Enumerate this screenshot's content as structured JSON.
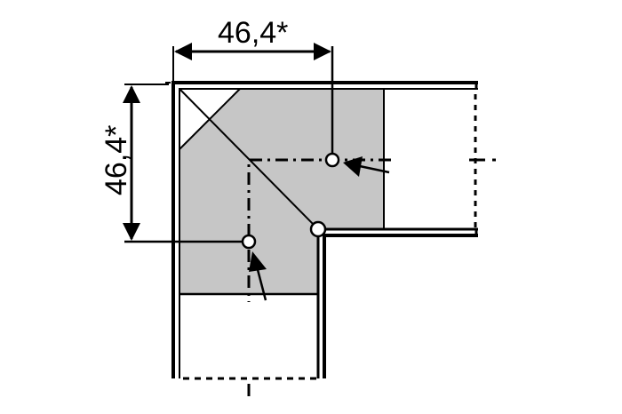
{
  "diagram": {
    "type": "corner-cabinet-hinge-drawing",
    "colors": {
      "background": "#ffffff",
      "shaded_area": "#c6c6c6",
      "stroke": "#000000",
      "hole_fill": "#ffffff"
    },
    "dimensions": {
      "horizontal": {
        "label": "46,4*"
      },
      "vertical": {
        "label": "46,4*"
      }
    },
    "elements": [
      "outer-corner-wall",
      "inner-corner-wall",
      "shaded-panel",
      "diagonal-line",
      "cross-mark",
      "hole-top",
      "hole-left",
      "hole-inner-corner",
      "arrow-top",
      "arrow-left",
      "dotted-opening-right",
      "dotted-opening-bottom"
    ]
  }
}
